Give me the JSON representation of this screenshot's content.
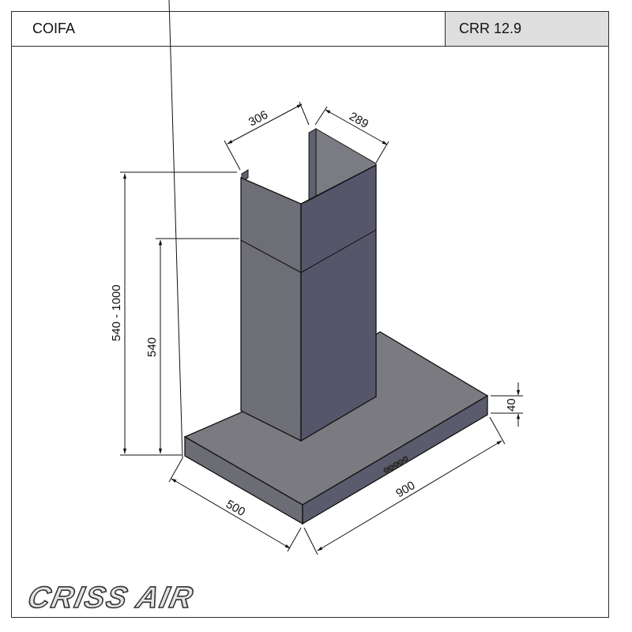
{
  "header": {
    "title": "COIFA",
    "model": "CRR 12.9"
  },
  "drawing": {
    "subject": "chimney range hood",
    "dimensions": {
      "chimney_width": "306",
      "chimney_depth": "289",
      "total_height": "540 - 1000",
      "chimney_lower_height": "540",
      "hood_thickness": "40",
      "hood_depth": "500",
      "hood_width": "900"
    },
    "control_buttons_count": 5,
    "colors": {
      "chimney_left_face": "#6e6e76",
      "chimney_right_face": "#55566a",
      "hood_top": "#7a7a80",
      "hood_front": "#5a5b6c",
      "hood_left": "#6c6c74",
      "line": "#111111"
    }
  },
  "logo": {
    "text": "CRISS AIR"
  }
}
